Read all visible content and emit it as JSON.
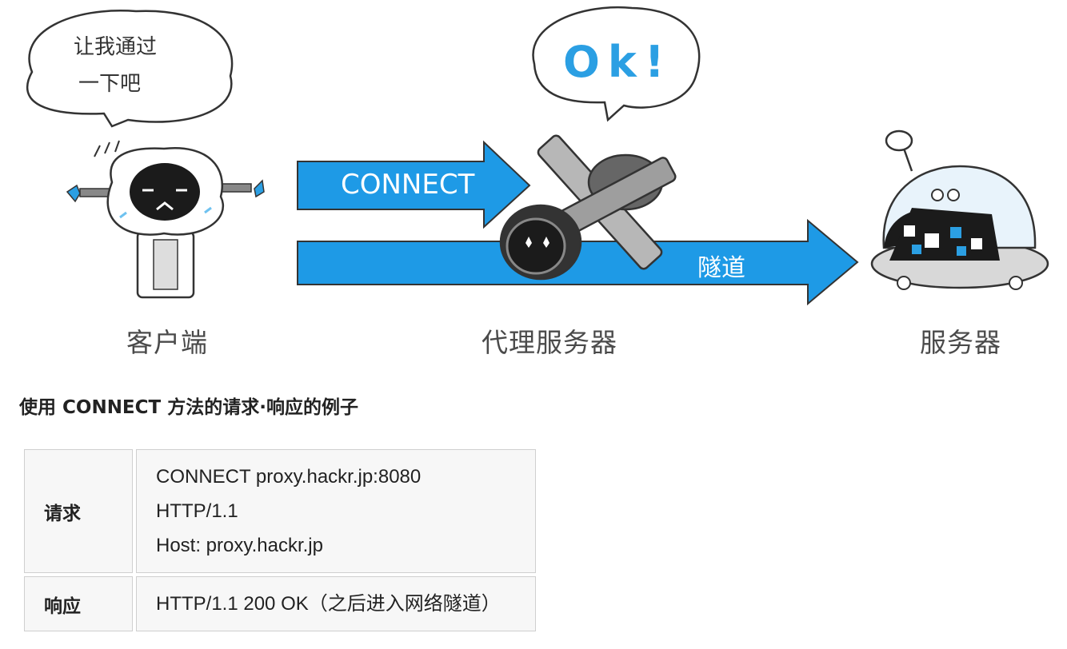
{
  "illustration": {
    "client_bubble": {
      "line1": "让我通过",
      "line2": "一下吧"
    },
    "proxy_bubble": {
      "text": "Ok!"
    },
    "arrow_connect_label": "CONNECT",
    "arrow_tunnel_label": "隧道",
    "labels": {
      "client": "客户端",
      "proxy": "代理服务器",
      "server": "服务器"
    },
    "colors": {
      "arrow_blue": "#1e9ae6",
      "robot_blue": "#2b9fe3",
      "outline": "#333333"
    }
  },
  "section_title": "使用 CONNECT 方法的请求·响应的例子",
  "table": {
    "rows": [
      {
        "header": "请求",
        "lines": [
          "CONNECT proxy.hackr.jp:8080",
          "HTTP/1.1",
          "Host: proxy.hackr.jp"
        ]
      },
      {
        "header": "响应",
        "lines": [
          "HTTP/1.1 200 OK（之后进入网络隧道）"
        ]
      }
    ]
  }
}
